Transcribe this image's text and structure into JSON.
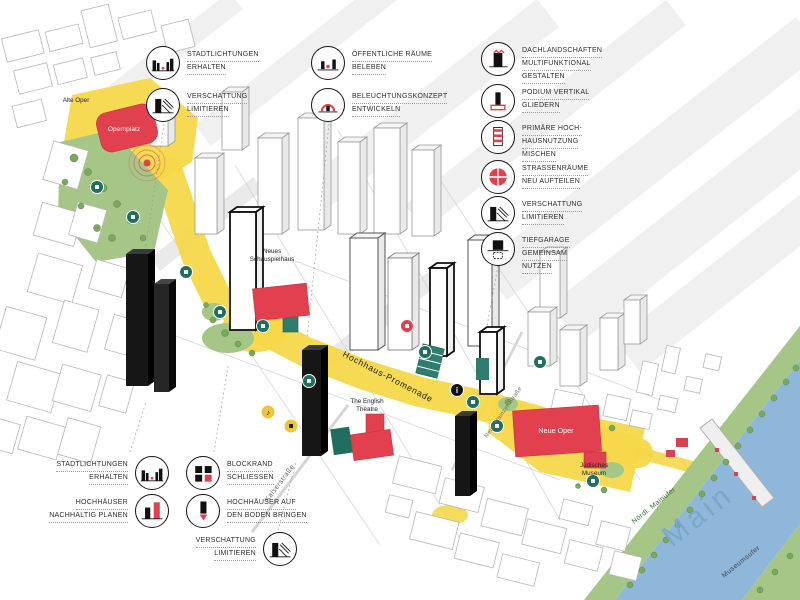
{
  "colors": {
    "promenade_yellow": "#F5D84A",
    "signal_red": "#E2404E",
    "teal_green": "#1F6E5F",
    "park_green": "#A6C687",
    "river_blue": "#8FB7D9",
    "shadow_gray": "#E3E3E3"
  },
  "legends": {
    "top_left": [
      {
        "icon": "city-clearings-icon",
        "lines": [
          "STADTLICHTUNGEN",
          "ERHALTEN"
        ]
      },
      {
        "icon": "shading-limit-icon",
        "lines": [
          "VERSCHATTUNG",
          "LIMITIEREN"
        ]
      }
    ],
    "top_middle": [
      {
        "icon": "public-spaces-icon",
        "lines": [
          "ÖFFENTLICHE RÄUME",
          "BELEBEN"
        ]
      },
      {
        "icon": "lighting-concept-icon",
        "lines": [
          "BELEUCHTUNGSKONZEPT",
          "ENTWICKELN"
        ]
      }
    ],
    "top_right": [
      {
        "icon": "roofscape-icon",
        "lines": [
          "DACHLANDSCHAFTEN",
          "MULTIFUNKTIONAL",
          "GESTALTEN"
        ]
      },
      {
        "icon": "podium-icon",
        "lines": [
          "PODIUM VERTIKAL",
          "GLIEDERN"
        ]
      },
      {
        "icon": "mixed-use-icon",
        "lines": [
          "PRIMÄRE HOCH-",
          "HAUSNUTZUNG",
          "MISCHEN"
        ]
      },
      {
        "icon": "street-space-icon",
        "lines": [
          "STRASSENRÄUME",
          "NEU AUFTEILEN"
        ]
      },
      {
        "icon": "shading-limit-icon",
        "lines": [
          "VERSCHATTUNG",
          "LIMITIEREN"
        ]
      },
      {
        "icon": "shared-garage-icon",
        "lines": [
          "TIEFGARAGE",
          "GEMEINSAM",
          "NUTZEN"
        ]
      }
    ],
    "bottom_left": [
      {
        "icon": "city-clearings-icon",
        "lines": [
          "STADTLICHTUNGEN",
          "ERHALTEN"
        ]
      },
      {
        "icon": "sustainable-tower-icon",
        "lines": [
          "HOCHHÄUSER",
          "NACHHALTIG PLANEN"
        ]
      },
      {
        "icon": "block-edge-icon",
        "lines": [
          "BLOCKRAND",
          "SCHLIESSEN"
        ]
      },
      {
        "icon": "ground-floor-icon",
        "lines": [
          "HOCHHÄUSER AUF",
          "DEN BODEN BRINGEN"
        ]
      },
      {
        "icon": "shading-limit-icon",
        "lines": [
          "VERSCHATTUNG",
          "LIMITIEREN"
        ]
      }
    ]
  },
  "map": {
    "labels": {
      "alte_oper": "Alte Oper",
      "opernplatz": "Opernplatz",
      "neues_schauspielhaus": [
        "Neues",
        "Schauspielhaus"
      ],
      "hochhaus_promenade": "Hochhaus-Promenade",
      "english_theatre": [
        "The English",
        "Theatre"
      ],
      "neue_oper": "Neue Oper",
      "juedisches_museum": [
        "Jüdisches",
        "Museum"
      ],
      "kaiserstrasse": "Kaiserstraße",
      "neue_mainzer_strasse": "Neue Mainzer Straße",
      "main_river": "Main",
      "noerdl_mainufer": "Nördl. Mainufer",
      "museumsufer": "Museumsufer"
    },
    "info_glyph": "i",
    "music_glyph": "♪"
  }
}
